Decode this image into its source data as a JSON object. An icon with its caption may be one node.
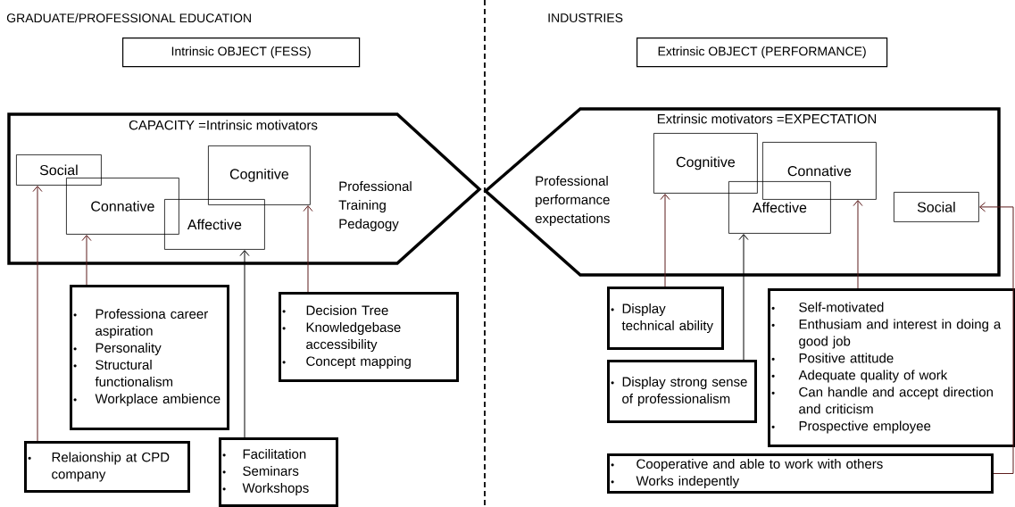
{
  "diagram": {
    "nodes": [
      {
        "text": [
          "Intrinsic OBJECT  (FESS)"
        ]
      },
      {
        "text": [
          "CAPACITY =Intrinsic motivators",
          "Professional Training Pedagogy"
        ]
      },
      {
        "text": [
          "Social"
        ],
        "in": 1
      },
      {
        "text": [
          "Connative"
        ],
        "in": 1
      },
      {
        "text": [
          "Cognitive"
        ],
        "in": 1
      },
      {
        "text": [
          "Affective"
        ],
        "in": 1
      },
      {
        "text": [
          "Professiona career aspiration",
          "Personality",
          "Structural functionalism",
          "Workplace ambience"
        ]
      },
      {
        "text": [
          "Relaionship at CPD company"
        ]
      },
      {
        "text": [
          "Facilitation",
          "Seminars",
          "Workshops"
        ]
      },
      {
        "text": [
          "Decision Tree",
          "Knowledgebase accessibility",
          "Concept mapping"
        ]
      },
      {
        "text": [
          "Extrinsic OBJECT  (PERFORMANCE)"
        ]
      },
      {
        "text": [
          "Extrinsic motivators =EXPECTATION",
          "Professional performance expectations"
        ]
      },
      {
        "text": [
          "Cognitive"
        ],
        "in": 11
      },
      {
        "text": [
          "Connative"
        ],
        "in": 11
      },
      {
        "text": [
          "Affective"
        ],
        "in": 11
      },
      {
        "text": [
          "Social"
        ],
        "in": 11
      },
      {
        "text": [
          "Display technical ability"
        ]
      },
      {
        "text": [
          "Display strong sense of professionalism"
        ]
      },
      {
        "text": [
          "Self-motivated",
          "Enthusiam and interest in doing a good job",
          "Positive attitude",
          "Adequate quality of  work",
          "Can handle and accept direction and criticism",
          "Prospective employee"
        ]
      },
      {
        "text": [
          "Cooperative and able to work with others",
          "Works indepently"
        ]
      }
    ],
    "edges": [
      {
        "from": 7,
        "to": 2,
        "arrow": "to"
      },
      {
        "from": 6,
        "to": 3,
        "arrow": "to"
      },
      {
        "from": 8,
        "to": 5,
        "arrow": "to",
        "color": "#000000"
      },
      {
        "from": 9,
        "to": 4,
        "arrow": "to"
      },
      {
        "from": 16,
        "to": 12,
        "arrow": "to"
      },
      {
        "from": 17,
        "to": 14,
        "arrow": "to",
        "color": "#000000"
      },
      {
        "from": 18,
        "to": 13,
        "arrow": "to"
      },
      {
        "from": 19,
        "to": 15,
        "arrow": "to"
      }
    ],
    "labels": [
      "GRADUATE/PROFESSIONAL EDUCATION",
      "INDUSTRIES"
    ]
  }
}
